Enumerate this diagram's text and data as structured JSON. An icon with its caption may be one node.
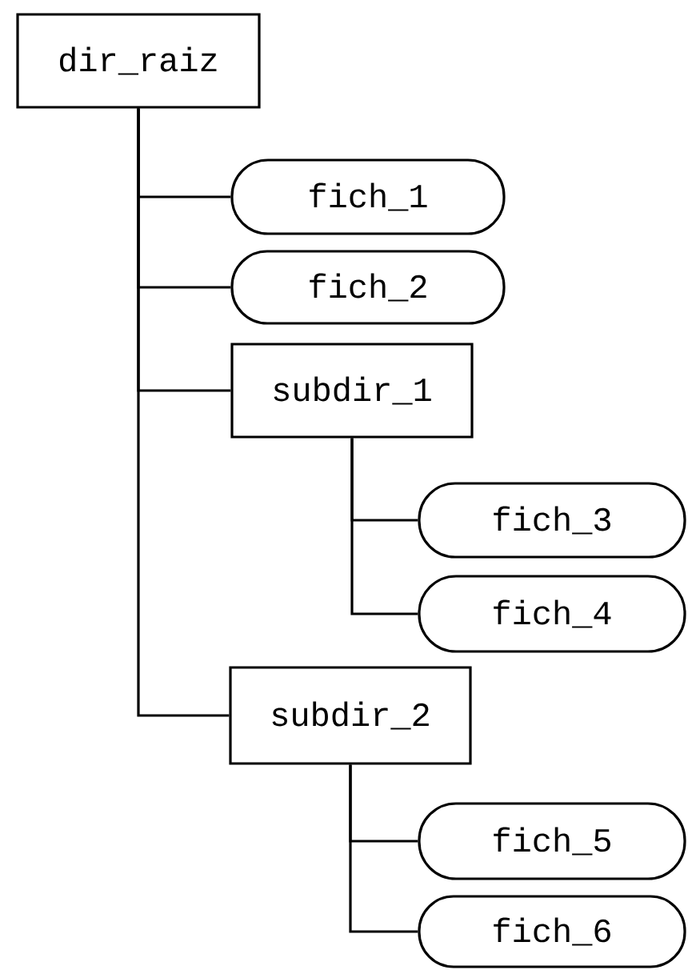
{
  "diagram": {
    "nodes": [
      {
        "text": [
          "dir_raiz"
        ]
      },
      {
        "text": [
          "fich_1"
        ]
      },
      {
        "text": [
          "fich_2"
        ]
      },
      {
        "text": [
          "subdir_1"
        ]
      },
      {
        "text": [
          "fich_3"
        ]
      },
      {
        "text": [
          "fich_4"
        ]
      },
      {
        "text": [
          "subdir_2"
        ]
      },
      {
        "text": [
          "fich_5"
        ]
      },
      {
        "text": [
          "fich_6"
        ]
      }
    ],
    "edges": [
      {
        "from": 0,
        "to": 1,
        "arrow": "none"
      },
      {
        "from": 0,
        "to": 2,
        "arrow": "none"
      },
      {
        "from": 0,
        "to": 3,
        "arrow": "none"
      },
      {
        "from": 3,
        "to": 4,
        "arrow": "none"
      },
      {
        "from": 3,
        "to": 5,
        "arrow": "none"
      },
      {
        "from": 0,
        "to": 6,
        "arrow": "none"
      },
      {
        "from": 6,
        "to": 7,
        "arrow": "none"
      },
      {
        "from": 6,
        "to": 8,
        "arrow": "none"
      }
    ]
  }
}
